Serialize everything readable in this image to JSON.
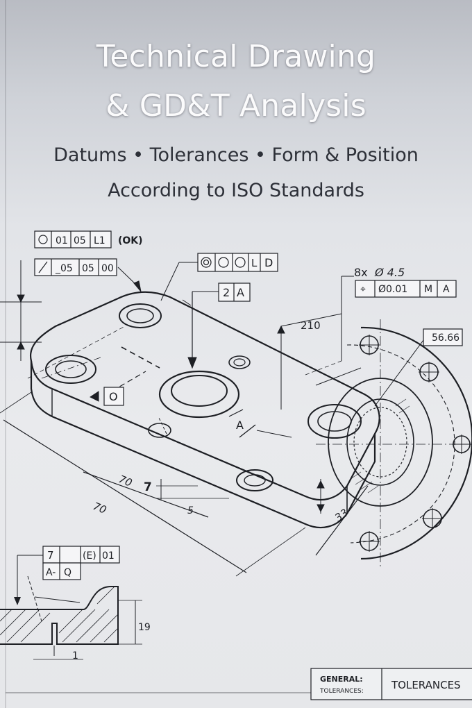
{
  "header": {
    "title_line1": "Technical Drawing",
    "title_line2": "& GD&T Analysis",
    "subtitle": "Datums • Tolerances • Form & Position",
    "subtitle2": "According to ISO Standards"
  },
  "fcf": {
    "top1": [
      "01",
      "05",
      "L1"
    ],
    "top1_note": "(OK)",
    "top2": [
      "/",
      "_05",
      "05",
      "00"
    ],
    "mid": [
      "L",
      "D"
    ],
    "datum_box": [
      "2",
      "A"
    ],
    "hole_note": "8x",
    "hole_dia": "Ø 4.5",
    "hole_fcf": [
      "⌖",
      "Ø0.01",
      "M",
      "A"
    ],
    "side_box": "O",
    "lower": [
      "7",
      "(E)",
      "01"
    ],
    "lower2": [
      "A-",
      "Q"
    ]
  },
  "dims": {
    "d210": "210",
    "d5666": "56.66",
    "d70a": "70",
    "d70b": "70",
    "d7": "7",
    "d5": "5",
    "d33": "33",
    "dA": "A",
    "d19": "19",
    "d1": "1"
  },
  "titleblock": {
    "general": "GENERAL:",
    "tolerances_label": "TOLERANCES:",
    "tolerances": "TOLERANCES"
  }
}
